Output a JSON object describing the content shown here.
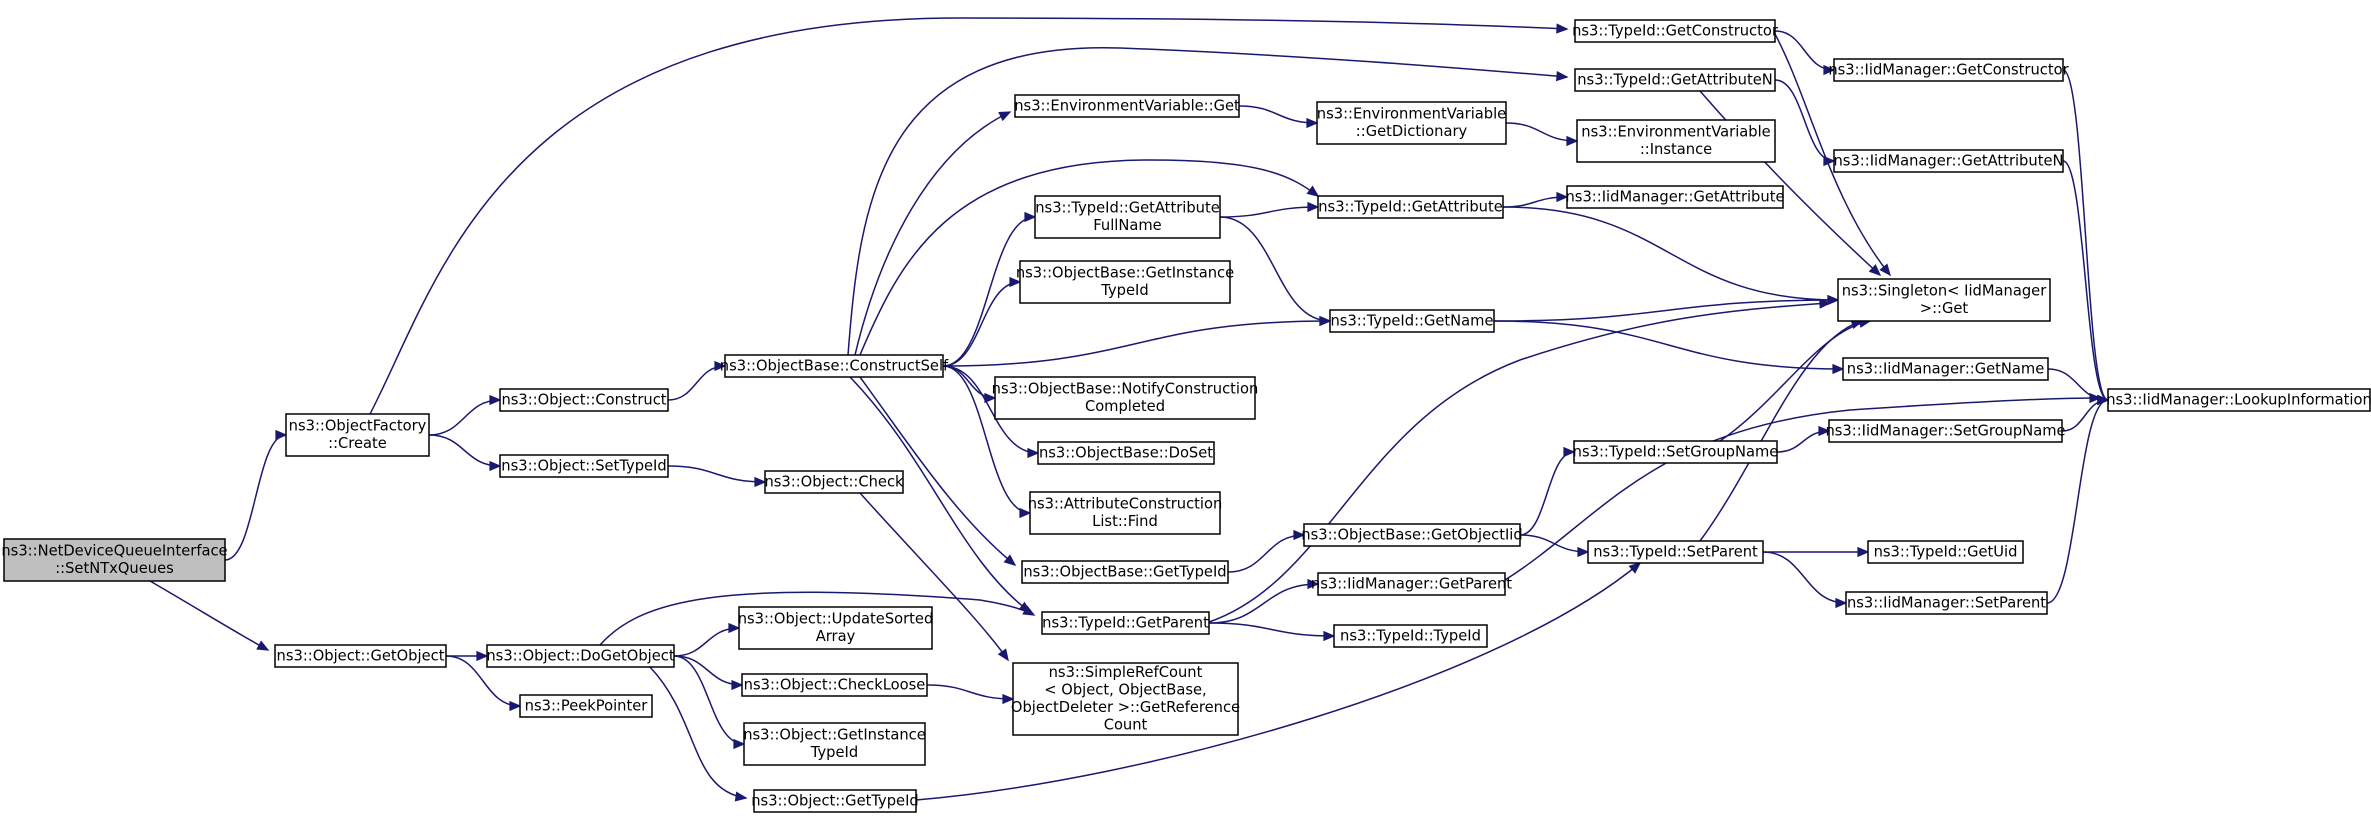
{
  "diagram": {
    "type": "call-graph",
    "colors": {
      "edge": "#191970",
      "node_border": "#000000",
      "root_fill": "#bfbfbf",
      "node_fill": "#ffffff"
    },
    "nodes": [
      {
        "id": "n0",
        "lines": [
          "ns3::NetDeviceQueueInterface",
          "::SetNTxQueues"
        ],
        "root": true
      },
      {
        "id": "n1",
        "lines": [
          "ns3::ObjectFactory",
          "::Create"
        ]
      },
      {
        "id": "n2",
        "lines": [
          "ns3::Object::GetObject"
        ]
      },
      {
        "id": "n3",
        "lines": [
          "ns3::TypeId::GetConstructor"
        ]
      },
      {
        "id": "n4",
        "lines": [
          "ns3::Object::Construct"
        ]
      },
      {
        "id": "n5",
        "lines": [
          "ns3::Object::SetTypeId"
        ]
      },
      {
        "id": "n6",
        "lines": [
          "ns3::IidManager::GetConstructor"
        ]
      },
      {
        "id": "n7",
        "lines": [
          "ns3::Singleton< IidManager",
          ">::Get"
        ]
      },
      {
        "id": "n8",
        "lines": [
          "ns3::IidManager::LookupInformation"
        ]
      },
      {
        "id": "n9",
        "lines": [
          "ns3::ObjectBase::ConstructSelf"
        ]
      },
      {
        "id": "n10",
        "lines": [
          "ns3::TypeId::GetAttributeN"
        ]
      },
      {
        "id": "n11",
        "lines": [
          "ns3::EnvironmentVariable::Get"
        ]
      },
      {
        "id": "n12",
        "lines": [
          "ns3::TypeId::GetAttribute"
        ]
      },
      {
        "id": "n13",
        "lines": [
          "ns3::TypeId::GetAttribute",
          "FullName"
        ]
      },
      {
        "id": "n14",
        "lines": [
          "ns3::ObjectBase::GetInstance",
          "TypeId"
        ]
      },
      {
        "id": "n15",
        "lines": [
          "ns3::TypeId::GetName"
        ]
      },
      {
        "id": "n16",
        "lines": [
          "ns3::ObjectBase::NotifyConstruction",
          "Completed"
        ]
      },
      {
        "id": "n17",
        "lines": [
          "ns3::ObjectBase::DoSet"
        ]
      },
      {
        "id": "n18",
        "lines": [
          "ns3::AttributeConstruction",
          "List::Find"
        ]
      },
      {
        "id": "n19",
        "lines": [
          "ns3::ObjectBase::GetTypeId"
        ]
      },
      {
        "id": "n20",
        "lines": [
          "ns3::TypeId::GetParent"
        ]
      },
      {
        "id": "n21",
        "lines": [
          "ns3::EnvironmentVariable",
          "::GetDictionary"
        ]
      },
      {
        "id": "n22",
        "lines": [
          "ns3::EnvironmentVariable",
          "::Instance"
        ]
      },
      {
        "id": "n23",
        "lines": [
          "ns3::IidManager::GetAttributeN"
        ]
      },
      {
        "id": "n24",
        "lines": [
          "ns3::IidManager::GetAttribute"
        ]
      },
      {
        "id": "n25",
        "lines": [
          "ns3::IidManager::GetName"
        ]
      },
      {
        "id": "n26",
        "lines": [
          "ns3::ObjectBase::GetObjectIid"
        ]
      },
      {
        "id": "n27",
        "lines": [
          "ns3::TypeId::SetGroupName"
        ]
      },
      {
        "id": "n28",
        "lines": [
          "ns3::TypeId::SetParent"
        ]
      },
      {
        "id": "n29",
        "lines": [
          "ns3::IidManager::SetGroupName"
        ]
      },
      {
        "id": "n30",
        "lines": [
          "ns3::TypeId::GetUid"
        ]
      },
      {
        "id": "n31",
        "lines": [
          "ns3::IidManager::SetParent"
        ]
      },
      {
        "id": "n32",
        "lines": [
          "ns3::IidManager::GetParent"
        ]
      },
      {
        "id": "n33",
        "lines": [
          "ns3::TypeId::TypeId"
        ]
      },
      {
        "id": "n34",
        "lines": [
          "ns3::Object::Check"
        ]
      },
      {
        "id": "n35",
        "lines": [
          "ns3::SimpleRefCount",
          "< Object, ObjectBase,",
          "ObjectDeleter >::GetReference",
          "Count"
        ]
      },
      {
        "id": "n36",
        "lines": [
          "ns3::Object::DoGetObject"
        ]
      },
      {
        "id": "n37",
        "lines": [
          "ns3::PeekPointer"
        ]
      },
      {
        "id": "n38",
        "lines": [
          "ns3::Object::UpdateSorted",
          "Array"
        ]
      },
      {
        "id": "n39",
        "lines": [
          "ns3::Object::CheckLoose"
        ]
      },
      {
        "id": "n40",
        "lines": [
          "ns3::Object::GetInstance",
          "TypeId"
        ]
      },
      {
        "id": "n41",
        "lines": [
          "ns3::Object::GetTypeId"
        ]
      }
    ],
    "edges": [
      [
        "n0",
        "n1"
      ],
      [
        "n0",
        "n2"
      ],
      [
        "n1",
        "n3"
      ],
      [
        "n1",
        "n4"
      ],
      [
        "n1",
        "n5"
      ],
      [
        "n3",
        "n6"
      ],
      [
        "n3",
        "n7"
      ],
      [
        "n6",
        "n8"
      ],
      [
        "n4",
        "n9"
      ],
      [
        "n9",
        "n10"
      ],
      [
        "n9",
        "n11"
      ],
      [
        "n9",
        "n12"
      ],
      [
        "n9",
        "n13"
      ],
      [
        "n9",
        "n14"
      ],
      [
        "n9",
        "n15"
      ],
      [
        "n9",
        "n16"
      ],
      [
        "n9",
        "n17"
      ],
      [
        "n9",
        "n18"
      ],
      [
        "n9",
        "n19"
      ],
      [
        "n9",
        "n20"
      ],
      [
        "n10",
        "n23"
      ],
      [
        "n10",
        "n7"
      ],
      [
        "n23",
        "n8"
      ],
      [
        "n11",
        "n21"
      ],
      [
        "n21",
        "n22"
      ],
      [
        "n13",
        "n12"
      ],
      [
        "n13",
        "n15"
      ],
      [
        "n12",
        "n24"
      ],
      [
        "n12",
        "n7"
      ],
      [
        "n15",
        "n7"
      ],
      [
        "n15",
        "n25"
      ],
      [
        "n25",
        "n8"
      ],
      [
        "n19",
        "n26"
      ],
      [
        "n26",
        "n27"
      ],
      [
        "n26",
        "n28"
      ],
      [
        "n27",
        "n29"
      ],
      [
        "n27",
        "n7"
      ],
      [
        "n29",
        "n8"
      ],
      [
        "n28",
        "n7"
      ],
      [
        "n28",
        "n30"
      ],
      [
        "n28",
        "n31"
      ],
      [
        "n31",
        "n8"
      ],
      [
        "n20",
        "n7"
      ],
      [
        "n20",
        "n32"
      ],
      [
        "n20",
        "n33"
      ],
      [
        "n32",
        "n8"
      ],
      [
        "n5",
        "n34"
      ],
      [
        "n34",
        "n35"
      ],
      [
        "n2",
        "n36"
      ],
      [
        "n2",
        "n37"
      ],
      [
        "n36",
        "n20"
      ],
      [
        "n36",
        "n38"
      ],
      [
        "n36",
        "n39"
      ],
      [
        "n36",
        "n40"
      ],
      [
        "n36",
        "n41"
      ],
      [
        "n39",
        "n35"
      ],
      [
        "n41",
        "n28"
      ]
    ]
  }
}
